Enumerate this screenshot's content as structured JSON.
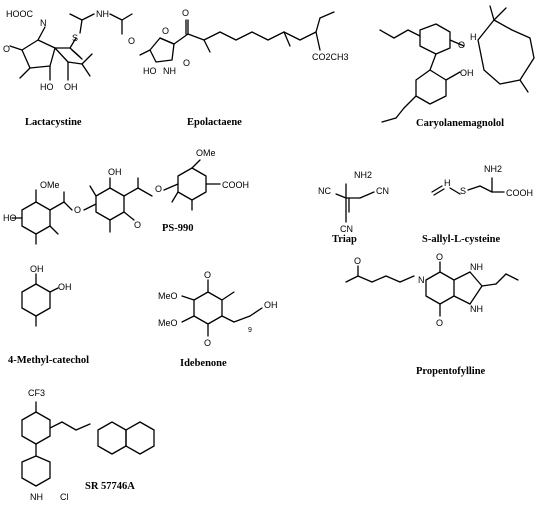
{
  "compounds": [
    {
      "name": "Lactacystine"
    },
    {
      "name": "Epolactaene"
    },
    {
      "name": "Caryolanemagnolol"
    },
    {
      "name": "PS-990"
    },
    {
      "name": "Triap"
    },
    {
      "name": "S-allyl-L-cysteine"
    },
    {
      "name": "4-Methyl-catechol"
    },
    {
      "name": "Idebenone"
    },
    {
      "name": "Propentofylline"
    },
    {
      "name": "SR 57746A"
    }
  ],
  "atoms": {
    "hooc": "HOOC",
    "h": "H",
    "n": "N",
    "o": "O",
    "s": "S",
    "ho": "HO",
    "oh": "OH",
    "nh": "NH",
    "nh2": "NH2",
    "co2ch3": "CO2CH3",
    "ome": "OMe",
    "cooh": "COOH",
    "cn": "CN",
    "nc": "NC",
    "meo": "MeO",
    "cf3": "CF3",
    "cl": "Cl",
    "sub9": "9"
  }
}
